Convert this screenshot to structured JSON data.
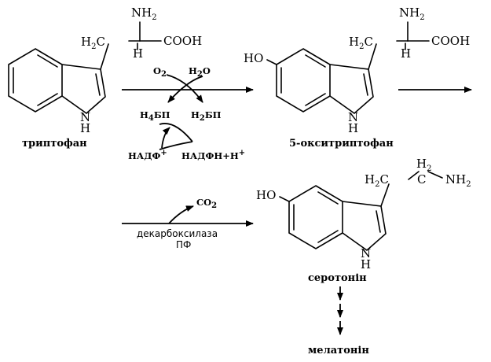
{
  "compounds": {
    "tryptophan": "триптофан",
    "hydroxytryptophan": "5-окситриптофан",
    "serotonin": "серотонін",
    "melatonin": "мелатонін"
  },
  "atoms": {
    "nh2": "NH",
    "h2c": "H",
    "h": "H",
    "cooh": "COOH",
    "nh": "N",
    "ho": "HO",
    "c": "C",
    "two": "2"
  },
  "step1": {
    "o2": "O",
    "h2o": "H",
    "h4bp": "H",
    "h2bp": "H",
    "bp": "БП",
    "four": "4",
    "two": "2",
    "o": "O",
    "nadf": "НАДФ",
    "nadfh": "НАДФН+Н",
    "plus": "+"
  },
  "step3": {
    "co2": "CO",
    "two": "2",
    "enzyme": "декарбоксилаза",
    "cofactor": "ПФ"
  }
}
